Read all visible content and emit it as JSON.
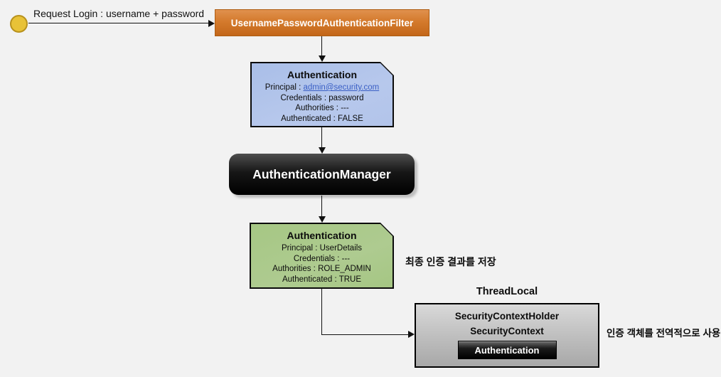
{
  "colors": {
    "background": "#f2f2f2",
    "start_node_fill": "#e8c237",
    "start_node_border": "#b8921d",
    "filter_box": "#d47a2c",
    "auth_before_box": "#b2c5ea",
    "auth_after_box": "#a9c889",
    "manager_box": "#000000",
    "context_box": "#c4c4c4",
    "link": "#3a5fc5"
  },
  "flow": {
    "start_label": "Request Login : username + password",
    "filter_label": "UsernamePasswordAuthenticationFilter",
    "auth_before": {
      "title": "Authentication",
      "principal_label": "Principal :",
      "principal_link": "admin@security.com",
      "line_credentials": "Credentials : password",
      "line_authorities": "Authorities : ---",
      "line_authenticated": "Authenticated : FALSE"
    },
    "manager_label": "AuthenticationManager",
    "auth_after": {
      "title": "Authentication",
      "line_principal": "Principal : UserDetails",
      "line_credentials": "Credentials : ---",
      "line_authorities": "Authorities : ROLE_ADMIN",
      "line_authenticated": "Authenticated : TRUE"
    },
    "note_store_result": "최종 인증 결과를 저장",
    "threadlocal": {
      "label": "ThreadLocal",
      "holder": "SecurityContextHolder",
      "context": "SecurityContext",
      "auth": "Authentication"
    },
    "note_global_use": "인증 객체를 전역적으로 사용"
  }
}
